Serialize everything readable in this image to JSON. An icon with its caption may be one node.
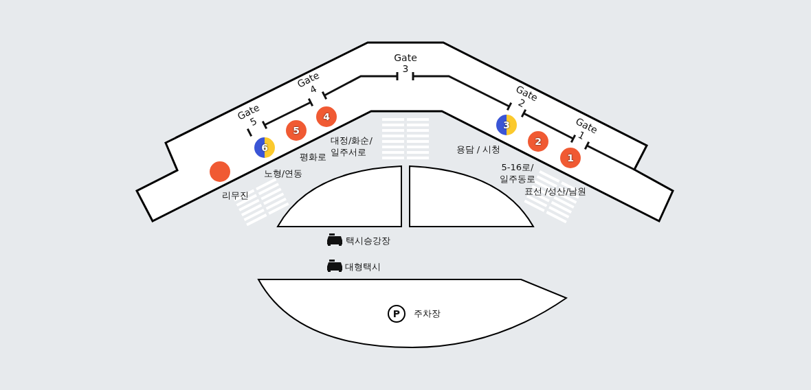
{
  "diagram": {
    "nodes": [
      {
        "text": [],
        "shape": "circle"
      },
      {
        "text": [
          "6"
        ]
      },
      {
        "text": [
          "5"
        ]
      },
      {
        "text": [
          "4"
        ]
      },
      {
        "text": [
          "3"
        ]
      },
      {
        "text": [
          "2"
        ]
      },
      {
        "text": [
          "1"
        ]
      },
      {
        "text": [
          "P",
          "주차장"
        ]
      }
    ],
    "labels": [
      "Gate 3",
      "Gate 4",
      "Gate 2",
      "Gate 5",
      "Gate 1",
      "대정/화순/ 일주서로",
      "용담 / 시청",
      "평화로",
      "노형/연동",
      "5-16로/ 일주동로",
      "표선 /성산/남원",
      "리무진",
      "택시승강장",
      "대형택시"
    ]
  }
}
